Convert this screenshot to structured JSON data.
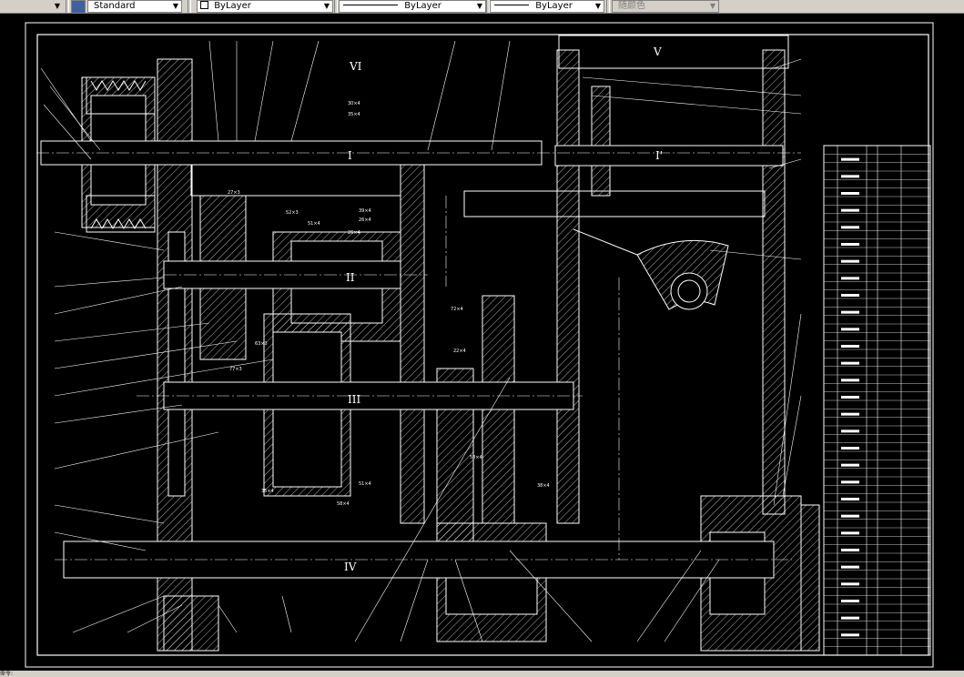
{
  "toolbar": {
    "style_combo": {
      "value": "Standard"
    },
    "layer_combo": {
      "value": "ByLayer"
    },
    "linetype_combo": {
      "value": "ByLayer"
    },
    "lineweight_combo": {
      "value": "ByLayer"
    },
    "color_combo": {
      "value": "随颜色"
    }
  },
  "drawing": {
    "shaft_labels": [
      "VI",
      "V",
      "I",
      "I'",
      "II",
      "III",
      "IV"
    ],
    "gear_labels": [
      "30×4",
      "35×4",
      "27×3",
      "52×3",
      "51×4",
      "26×4",
      "39×4",
      "26×4",
      "72×4",
      "63×3",
      "77×3",
      "22×4",
      "38×4",
      "58×4",
      "51×4",
      "35×4",
      "58×4"
    ],
    "parts_table_rows": 60,
    "background_color": "#000000",
    "line_color": "#ffffff"
  },
  "command_line": {
    "text": "命令:"
  }
}
